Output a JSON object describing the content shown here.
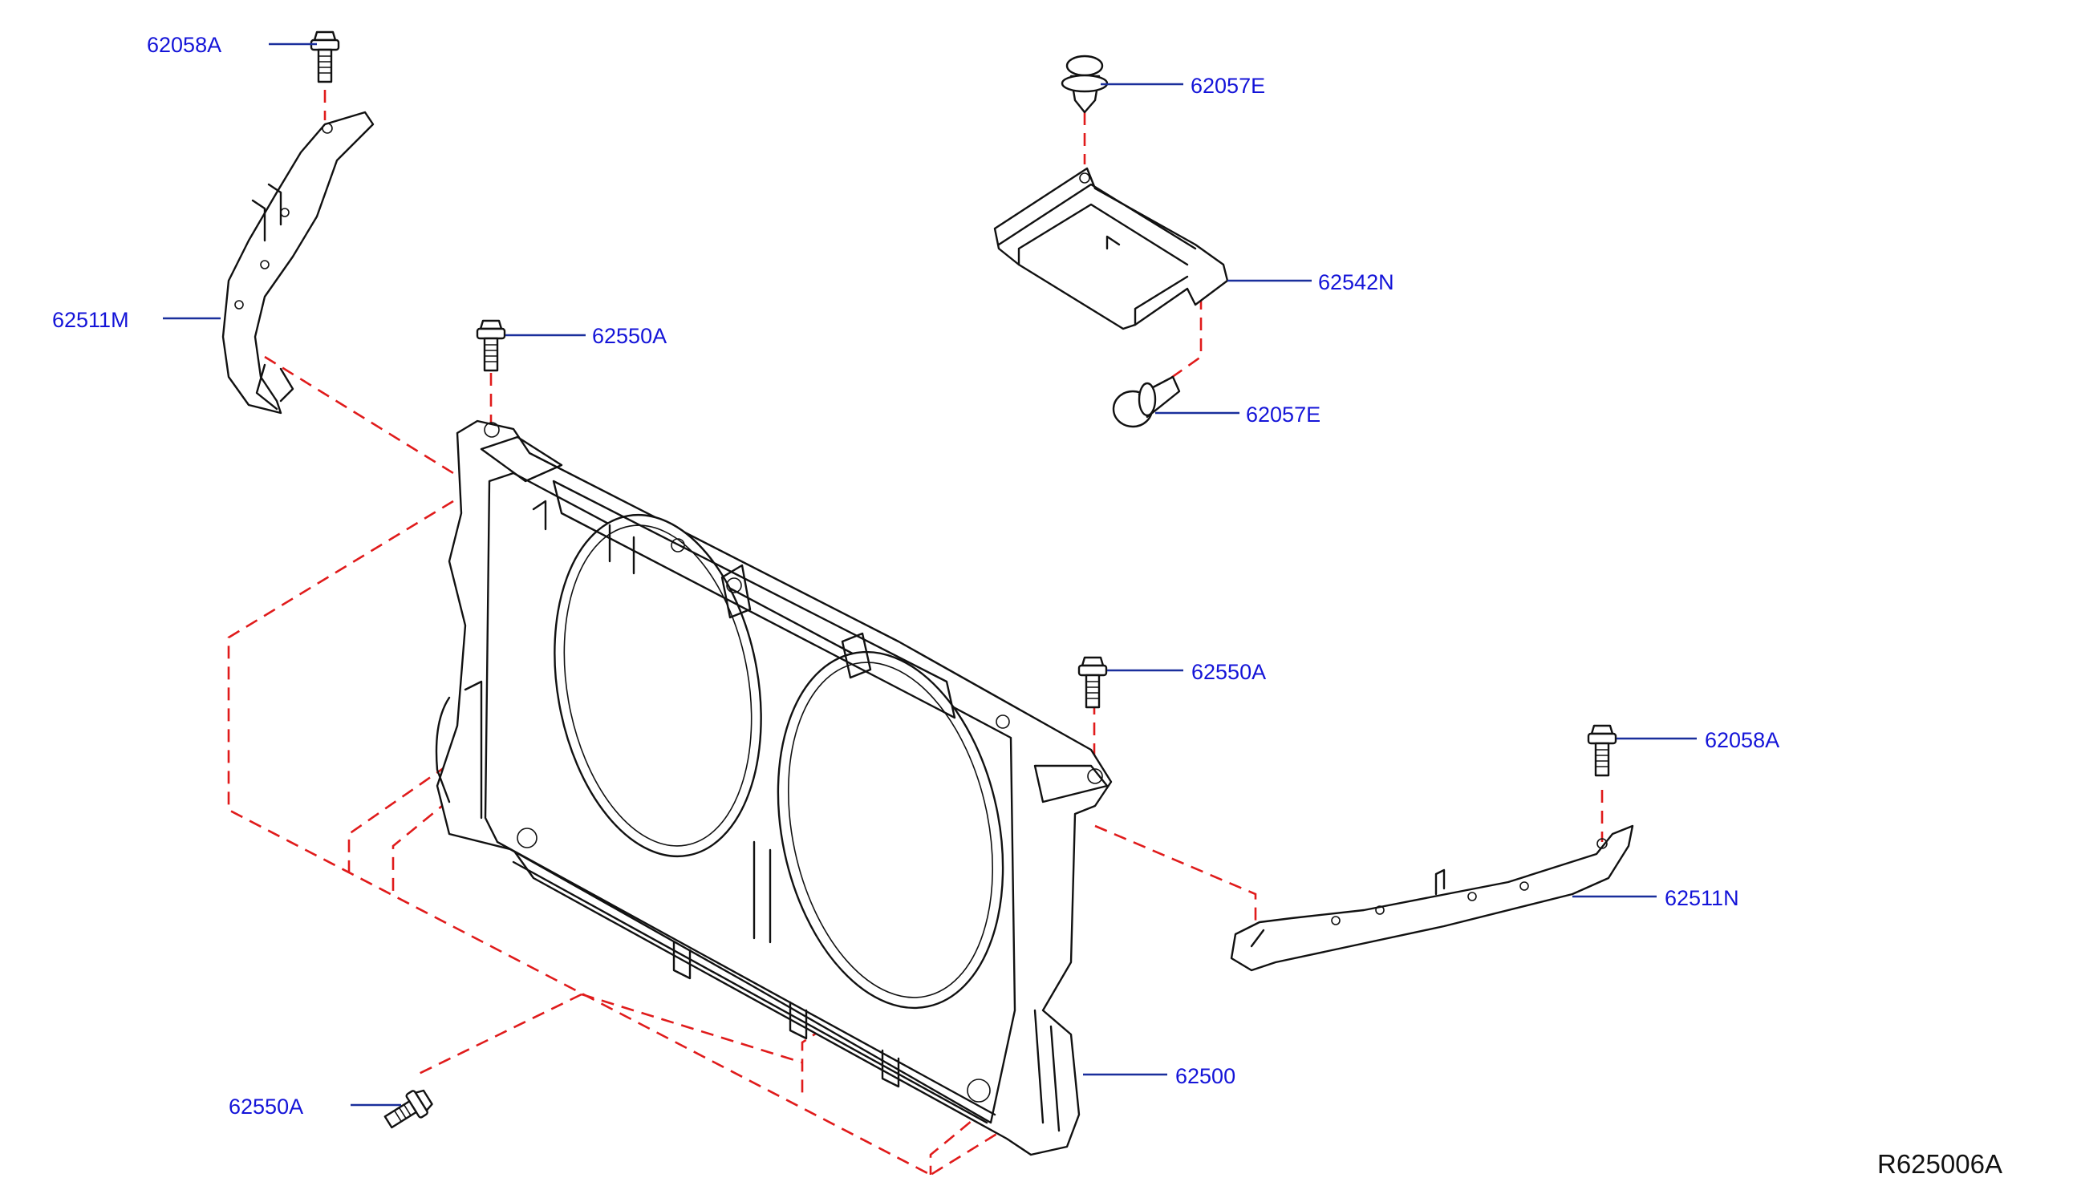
{
  "diagram": {
    "reference_code": "R625006A",
    "colors": {
      "callout_text": "#1414d8",
      "leader_line": "#1a2f9c",
      "assembly_dash": "#e01b1b",
      "part_outline": "#111111"
    },
    "callouts": [
      {
        "id": "bolt-top-left",
        "text": "62058A"
      },
      {
        "id": "bracket-left",
        "text": "62511M"
      },
      {
        "id": "bolt-upper-center",
        "text": "62550A"
      },
      {
        "id": "clip-top",
        "text": "62057E"
      },
      {
        "id": "bracket-cover",
        "text": "62542N"
      },
      {
        "id": "clip-lower",
        "text": "62057E"
      },
      {
        "id": "bolt-right-upper",
        "text": "62550A"
      },
      {
        "id": "bolt-right",
        "text": "62058A"
      },
      {
        "id": "bracket-right",
        "text": "62511N"
      },
      {
        "id": "radiator-core-support",
        "text": "62500"
      },
      {
        "id": "bolt-bottom",
        "text": "62550A"
      }
    ]
  }
}
